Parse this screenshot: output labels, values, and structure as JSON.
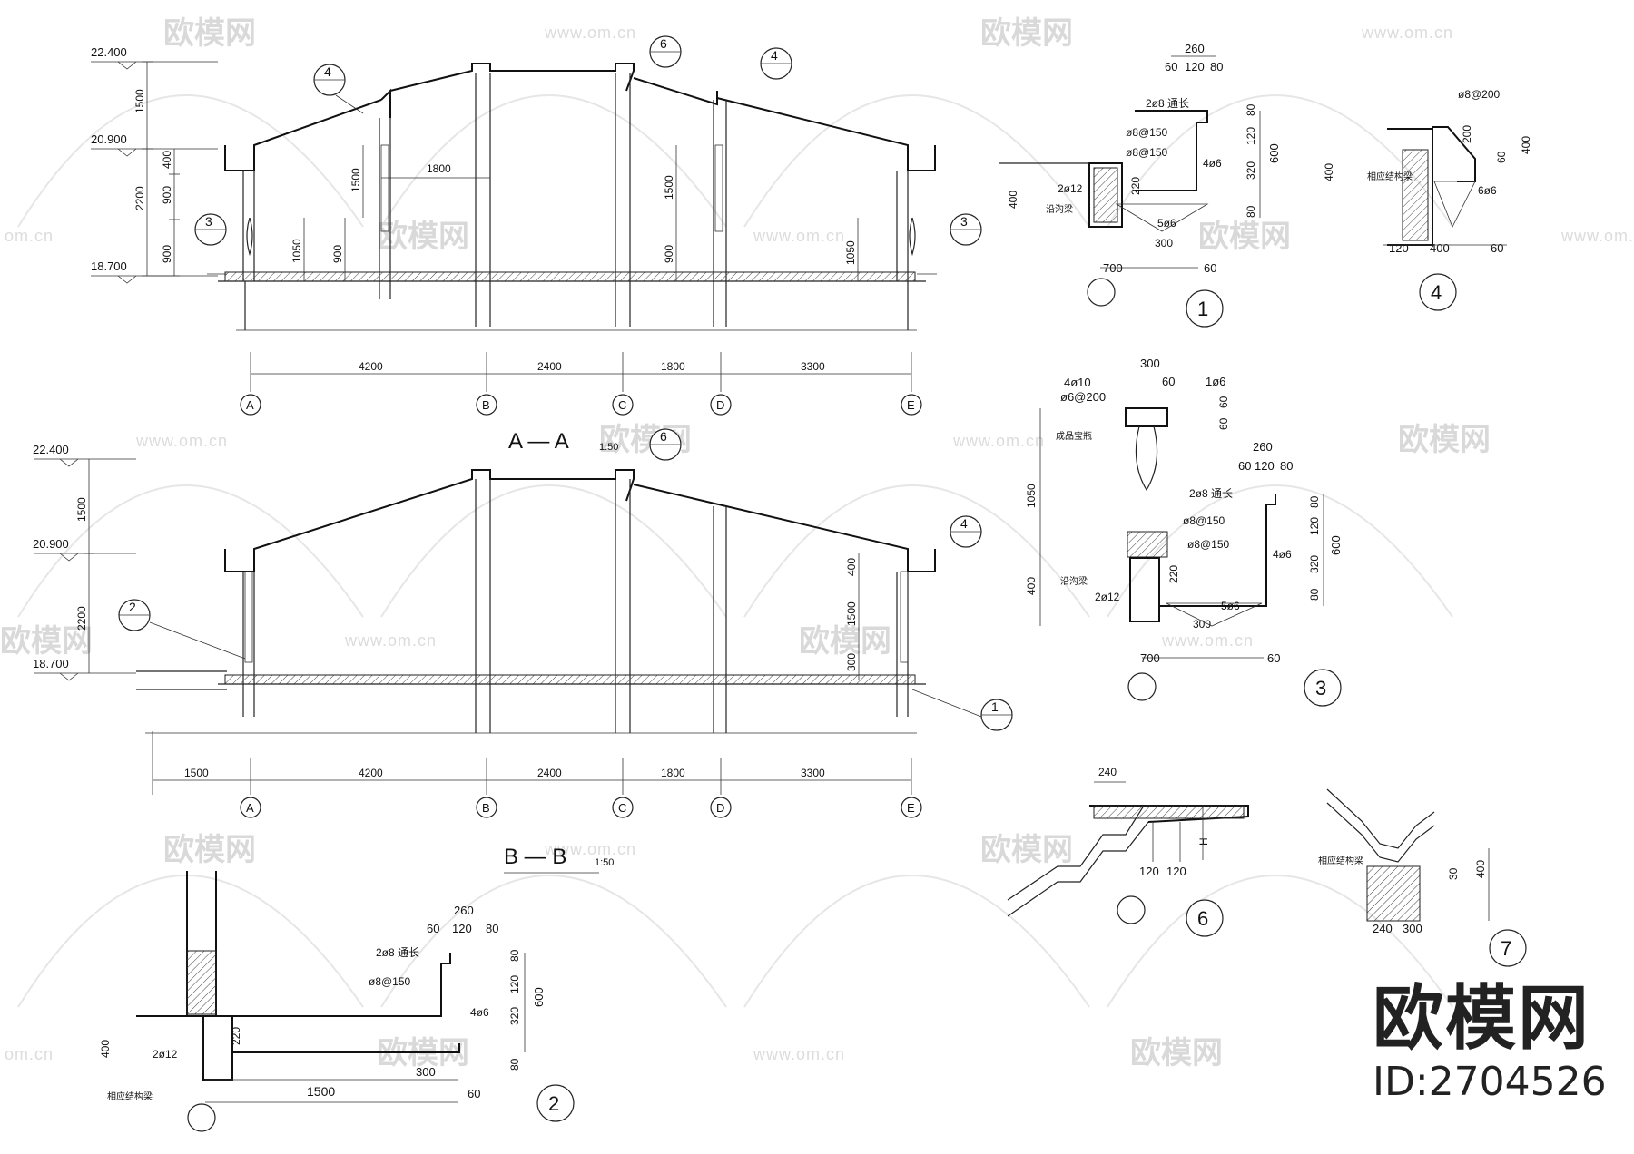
{
  "section_aa": {
    "title": "A — A",
    "scale": "1:50",
    "elevations": [
      "22.400",
      "20.900",
      "18.700"
    ],
    "vert_dims": [
      "1500",
      "2200",
      "400",
      "900",
      "900"
    ],
    "inner_dims": [
      "1800",
      "1500",
      "1050",
      "900",
      "1500",
      "900",
      "1050"
    ],
    "spans": [
      "4200",
      "2400",
      "1800",
      "3300"
    ],
    "axes": [
      "A",
      "B",
      "C",
      "D",
      "E"
    ],
    "callouts": [
      "4",
      "6",
      "4",
      "3",
      "3"
    ]
  },
  "section_bb": {
    "title": "B — B",
    "scale": "1:50",
    "elevations": [
      "22.400",
      "20.900",
      "18.700"
    ],
    "vert_dims": [
      "1500",
      "2200"
    ],
    "inner_dims": [
      "400",
      "1500",
      "300"
    ],
    "spans": [
      "1500",
      "4200",
      "2400",
      "1800",
      "3300"
    ],
    "axes": [
      "A",
      "B",
      "C",
      "D",
      "E"
    ],
    "callouts": [
      "6",
      "4",
      "2",
      "1"
    ]
  },
  "detail_1": {
    "number": "1",
    "top_dims": [
      "260",
      "60",
      "120",
      "80"
    ],
    "rebar": [
      "2ø8 通长",
      "ø8@150",
      "ø8@150",
      "4ø6",
      "2ø12",
      "5ø6"
    ],
    "dims": [
      "120",
      "80",
      "320",
      "600",
      "80",
      "220",
      "400",
      "300",
      "700",
      "60"
    ],
    "beam_label": "沿沟梁"
  },
  "detail_3": {
    "number": "3",
    "top_dims": [
      "300",
      "60",
      "1ø6",
      "60",
      "60"
    ],
    "rail_rebar": [
      "4ø10",
      "ø6@200"
    ],
    "rail_label": "成品宝瓶",
    "dims_left": [
      "1050",
      "400"
    ],
    "gutter_top": [
      "260",
      "60",
      "120",
      "80"
    ],
    "rebar": [
      "2ø8 通长",
      "ø8@150",
      "ø8@150",
      "4ø6",
      "2ø12",
      "5ø6"
    ],
    "dims": [
      "80",
      "120",
      "320",
      "600",
      "80",
      "220",
      "300",
      "700",
      "60"
    ],
    "beam_label": "沿沟梁"
  },
  "detail_4": {
    "number": "4",
    "rebar": [
      "ø8@200",
      "6ø6"
    ],
    "dims": [
      "200",
      "60",
      "400",
      "400",
      "120",
      "400",
      "60"
    ],
    "beam_label": "相应结构梁"
  },
  "detail_6": {
    "number": "6",
    "dims": [
      "240",
      "H",
      "120",
      "120"
    ]
  },
  "detail_7": {
    "number": "7",
    "dims": [
      "30",
      "400",
      "240",
      "300"
    ],
    "beam_label": "相应结构梁"
  },
  "detail_2": {
    "number": "2",
    "top_dims": [
      "260",
      "60",
      "120",
      "80"
    ],
    "rebar": [
      "2ø8 通长",
      "ø8@150",
      "4ø6",
      "2ø12"
    ],
    "dims": [
      "80",
      "120",
      "320",
      "600",
      "80",
      "220",
      "400",
      "300",
      "1500",
      "60"
    ],
    "beam_label": "相应结构梁"
  },
  "watermark": {
    "brand": "欧模网",
    "url": "www.om.cn",
    "url_short": "om.cn"
  },
  "brand_mark": {
    "name": "欧模网",
    "id": "ID:2704526"
  }
}
